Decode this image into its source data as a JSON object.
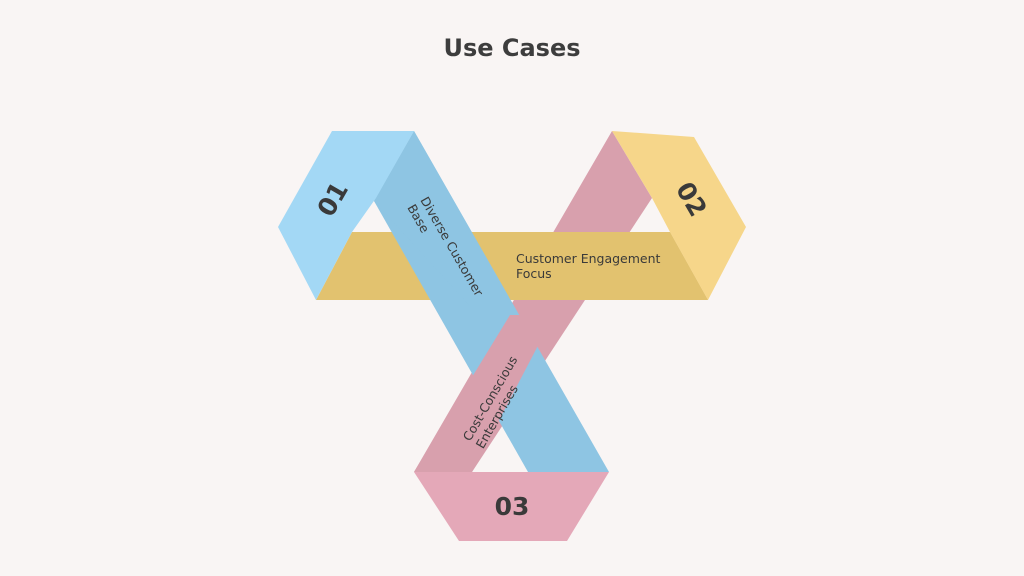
{
  "title": "Use Cases",
  "colors": {
    "blue": "#a3d8f5",
    "blue_band": "#8ec5e3",
    "yellow": "#f6d68a",
    "yellow_band": "#e2c26f",
    "pink": "#e4a8b8",
    "pink_band": "#d8a0ad"
  },
  "items": [
    {
      "number": "01",
      "label_lines": [
        "Diverse Customer",
        "Base"
      ]
    },
    {
      "number": "02",
      "label_lines": [
        "Customer Engagement",
        "Focus"
      ]
    },
    {
      "number": "03",
      "label_lines": [
        "Cost-Conscious",
        "Enterprises"
      ]
    }
  ]
}
